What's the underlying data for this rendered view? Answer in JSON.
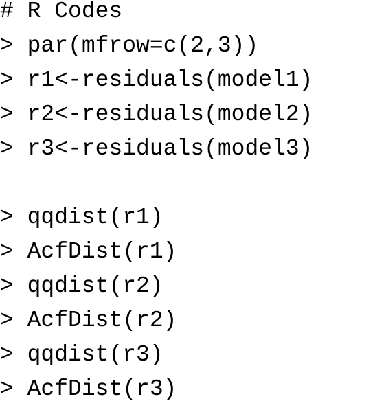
{
  "document": {
    "block1": [
      "# R Codes",
      "> par(mfrow=c(2,3))",
      "> r1<-residuals(model1)",
      "> r2<-residuals(model2)",
      "> r3<-residuals(model3)"
    ],
    "block2": [
      "> qqdist(r1)",
      "> AcfDist(r1)",
      "> qqdist(r2)",
      "> AcfDist(r2)",
      "> qqdist(r3)",
      "> AcfDist(r3)"
    ]
  },
  "colors": {
    "text": "#000000",
    "background": "#ffffff"
  }
}
